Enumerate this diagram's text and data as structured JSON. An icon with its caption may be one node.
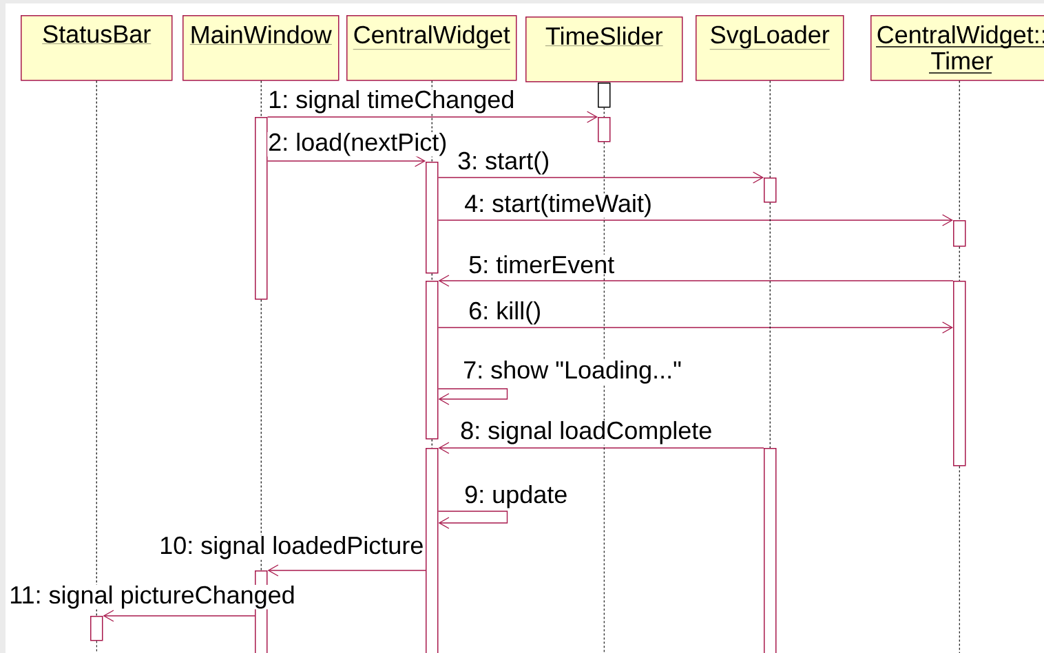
{
  "diagram": {
    "nodes": [
      {
        "text": [
          "StatusBar"
        ]
      },
      {
        "text": [
          "MainWindow"
        ]
      },
      {
        "text": [
          "CentralWidget"
        ]
      },
      {
        "text": [
          "TimeSlider"
        ]
      },
      {
        "text": [
          "SvgLoader"
        ]
      },
      {
        "text": [
          "CentralWidget:: Timer"
        ]
      },
      {
        "text": [],
        "shape": "bar"
      },
      {
        "text": [],
        "shape": "bar"
      },
      {
        "text": [],
        "shape": "bar"
      },
      {
        "text": [],
        "shape": "bar"
      },
      {
        "text": [],
        "shape": "bar"
      },
      {
        "text": [],
        "shape": "bar"
      },
      {
        "text": [],
        "shape": "bar"
      },
      {
        "text": [],
        "shape": "bar"
      },
      {
        "text": [],
        "shape": "bar"
      },
      {
        "text": [],
        "shape": "bar"
      },
      {
        "text": [],
        "shape": "bar"
      },
      {
        "text": [],
        "shape": "bar"
      }
    ],
    "edges": [
      {
        "from": 7,
        "to": 8,
        "arrow": "to",
        "label": "1: signal timeChanged",
        "color": "#a8194c"
      },
      {
        "from": 7,
        "to": 9,
        "arrow": "to",
        "label": "2: load(nextPict)",
        "color": "#a8194c"
      },
      {
        "from": 9,
        "to": 10,
        "arrow": "to",
        "label": "3: start()",
        "color": "#a8194c"
      },
      {
        "from": 9,
        "to": 11,
        "arrow": "to",
        "label": "4: start(timeWait)",
        "color": "#a8194c"
      },
      {
        "from": 12,
        "to": 13,
        "arrow": "to",
        "label": "5: timerEvent",
        "color": "#a8194c"
      },
      {
        "from": 13,
        "to": 12,
        "arrow": "to",
        "label": "6: kill()",
        "color": "#a8194c"
      },
      {
        "from": 13,
        "to": 13,
        "arrow": "to",
        "label": "7: show \"Loading...\"",
        "color": "#a8194c"
      },
      {
        "from": 15,
        "to": 14,
        "arrow": "to",
        "label": "8: signal loadComplete",
        "color": "#a8194c"
      },
      {
        "from": 14,
        "to": 14,
        "arrow": "to",
        "label": "9: update",
        "color": "#a8194c"
      },
      {
        "from": 14,
        "to": 16,
        "arrow": "to",
        "label": "10: signal loadedPicture",
        "color": "#a8194c"
      },
      {
        "from": 16,
        "to": 17,
        "arrow": "to",
        "label": "11: signal pictureChanged",
        "color": "#a8194c"
      },
      {
        "from": 0,
        "to": 17,
        "arrow": "none",
        "style": "dashed"
      },
      {
        "from": 17,
        "to": null,
        "arrow": "none",
        "style": "dashed"
      },
      {
        "from": 1,
        "to": 7,
        "arrow": "none",
        "style": "dashed"
      },
      {
        "from": 7,
        "to": 16,
        "arrow": "none",
        "style": "dashed"
      },
      {
        "from": 2,
        "to": 9,
        "arrow": "none",
        "style": "dashed"
      },
      {
        "from": 9,
        "to": 13,
        "arrow": "none",
        "style": "dashed"
      },
      {
        "from": 13,
        "to": 14,
        "arrow": "none",
        "style": "dashed"
      },
      {
        "from": 6,
        "to": 8,
        "arrow": "none",
        "style": "dashed"
      },
      {
        "from": 8,
        "to": null,
        "arrow": "none",
        "style": "dashed"
      },
      {
        "from": 4,
        "to": 10,
        "arrow": "none",
        "style": "dashed"
      },
      {
        "from": 10,
        "to": 15,
        "arrow": "none",
        "style": "dashed"
      },
      {
        "from": 5,
        "to": 11,
        "arrow": "none",
        "style": "dashed"
      },
      {
        "from": 11,
        "to": 12,
        "arrow": "none",
        "style": "dashed"
      },
      {
        "from": 12,
        "to": null,
        "arrow": "none",
        "style": "dashed"
      }
    ]
  }
}
